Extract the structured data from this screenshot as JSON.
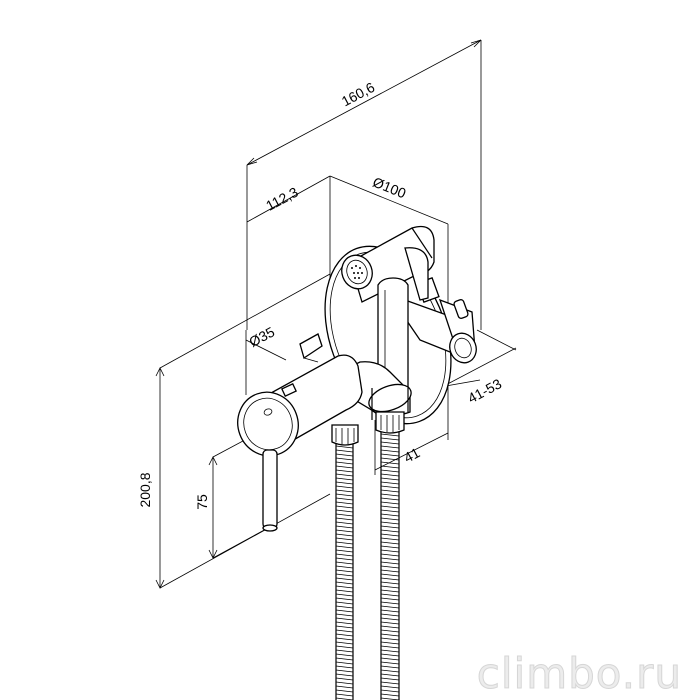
{
  "dimensions": {
    "total_length": "160,6",
    "mixer_depth": "112,3",
    "flange_diameter": "Ø100",
    "handle_diameter": "Ø35",
    "wall_depth": "41-53",
    "holder_offset": "41",
    "total_height": "200,8",
    "handle_height": "75"
  },
  "watermark": "climbo.ru"
}
